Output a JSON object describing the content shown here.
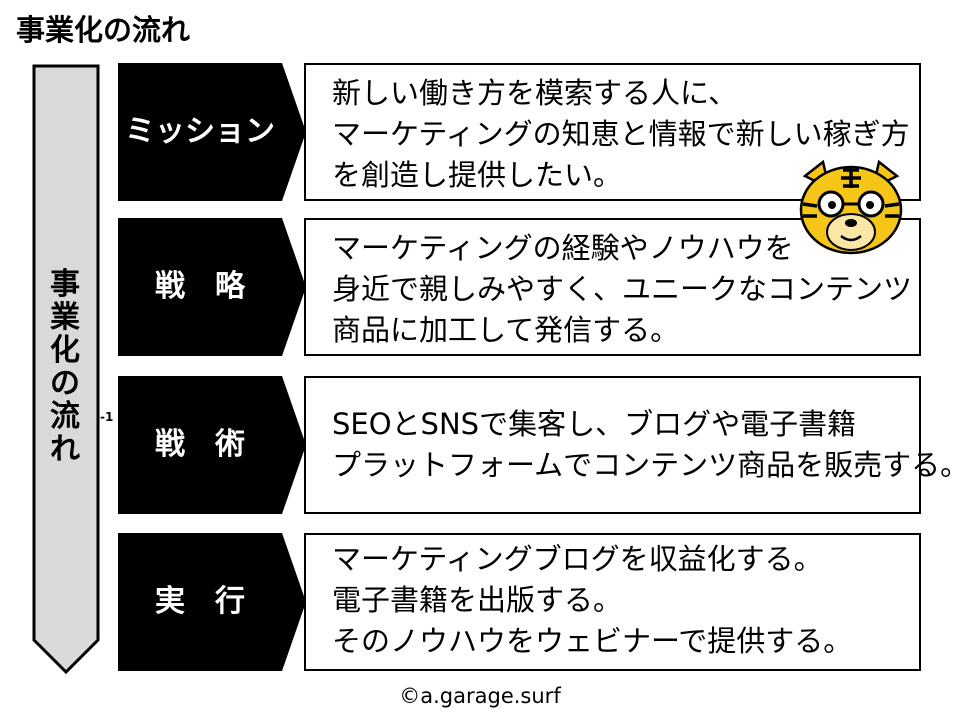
{
  "title": "事業化の流れ",
  "side": {
    "chars": [
      "事",
      "業",
      "化",
      "の",
      "流",
      "れ"
    ],
    "stray_mark": "-1"
  },
  "stages": [
    {
      "label": "ミッション",
      "lines": [
        "新しい働き方を模索する人に、",
        "マーケティングの知恵と情報で新しい稼ぎ方",
        "を創造し提供したい。"
      ]
    },
    {
      "label": "戦　略",
      "lines": [
        "マーケティングの経験やノウハウを",
        "身近で親しみやすく、ユニークなコンテンツ",
        "商品に加工して発信する。"
      ]
    },
    {
      "label": "戦　術",
      "lines": [
        "SEOとSNSで集客し、ブログや電子書籍",
        "プラットフォームでコンテンツ商品を販売する。"
      ]
    },
    {
      "label": "実　行",
      "lines": [
        "マーケティングブログを収益化する。",
        "電子書籍を出版する。",
        "そのノウハウをウェビナーで提供する。"
      ]
    }
  ],
  "mascot_icon": "tiger-with-glasses-icon",
  "footer": "©a.garage.surf",
  "colors": {
    "stage_bg": "#000000",
    "stage_text": "#ffffff",
    "side_arrow_fill": "#d9d9d9",
    "mascot_yellow": "#f5c518"
  }
}
